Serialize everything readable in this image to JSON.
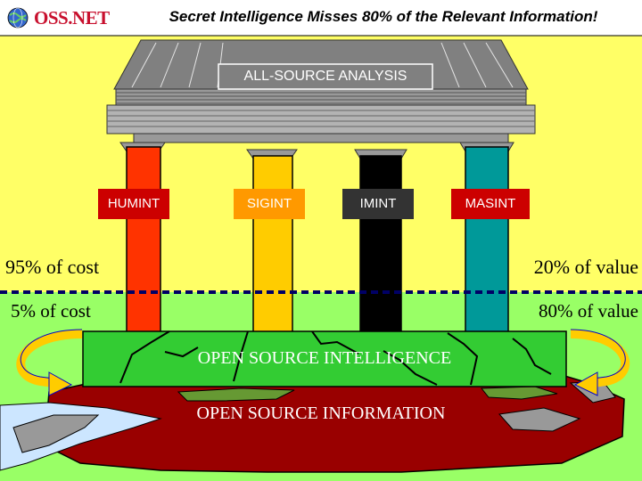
{
  "header": {
    "logo_text": "OSS.NET",
    "title": "Secret Intelligence Misses 80% of the Relevant Information!"
  },
  "diagram": {
    "roof_label": "ALL-SOURCE ANALYSIS",
    "pillars": [
      {
        "label": "HUMINT",
        "color": "#ff3300"
      },
      {
        "label": "SIGINT",
        "color": "#ffcc00"
      },
      {
        "label": "IMINT",
        "color": "#000000"
      },
      {
        "label": "MASINT",
        "color": "#009999"
      }
    ],
    "left_top": "95% of cost",
    "left_bottom": "5% of cost",
    "right_top": "20% of value",
    "right_bottom": "80% of value",
    "foundation_label": "OPEN SOURCE INTELLIGENCE",
    "base_label": "OPEN SOURCE INFORMATION"
  },
  "colors": {
    "upper_bg": "#ffff66",
    "lower_bg": "#99ff66",
    "foundation": "#33cc33",
    "base": "#990000",
    "roof": "#808080"
  }
}
